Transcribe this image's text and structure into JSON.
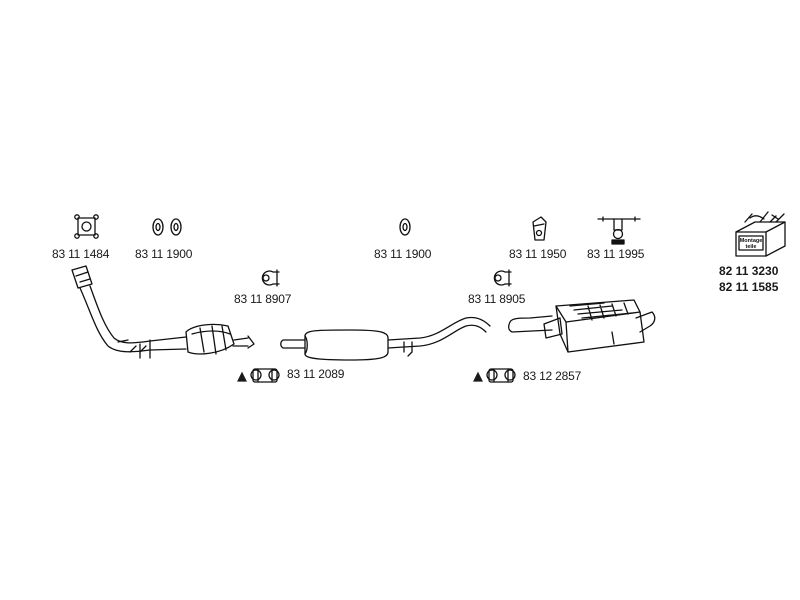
{
  "parts": {
    "flange_gasket": "83 11 1484",
    "rings_left": "83 11 1900",
    "ring_mid": "83 11 1900",
    "hanger_1950": "83 11 1950",
    "bracket_1995": "83 11 1995",
    "kit_1": "82 11 3230",
    "kit_2": "82 11 1585",
    "clamp_left": "83 11 8907",
    "clamp_right": "83 11 8905",
    "sleeve_left": "83 11 2089",
    "sleeve_right": "83 12 2857"
  },
  "kit_box_text": "Montage\nteile",
  "warning_symbol": "▲",
  "icons": {
    "flange_gasket": "square-flange-gasket-icon",
    "rubber_ring": "rubber-ring-icon",
    "hanger": "rubber-hanger-icon",
    "bracket": "mounting-bracket-icon",
    "kit_box": "mounting-kit-box-icon",
    "clamp": "pipe-clamp-icon",
    "sleeve": "connector-sleeve-icon",
    "warning": "warning-triangle-icon"
  }
}
